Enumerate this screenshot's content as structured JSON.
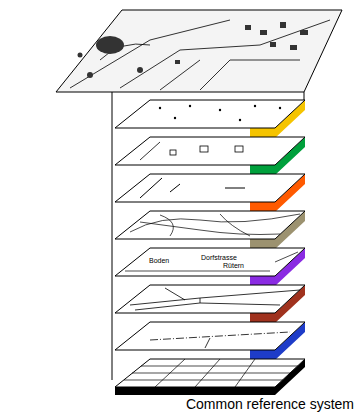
{
  "diagram": {
    "caption": "Common reference system",
    "labels": [
      "Boden",
      "Dorfstrasse",
      "Rütern"
    ]
  }
}
